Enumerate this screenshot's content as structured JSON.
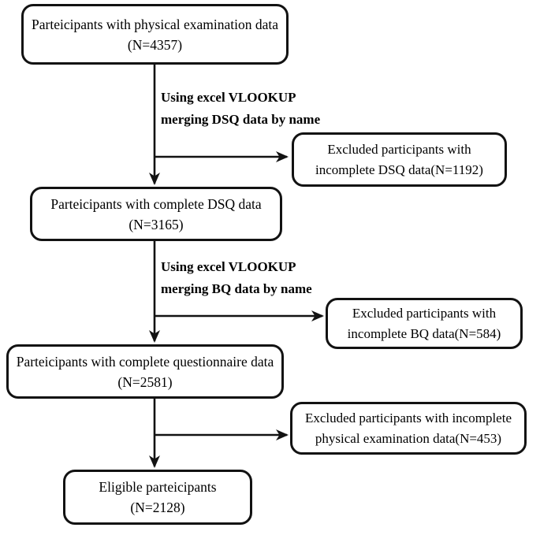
{
  "figure": {
    "background_color": "#ffffff",
    "line_color": "#121212",
    "type": "participant-flow-diagram"
  },
  "boxes": {
    "physical_exam": {
      "line1": "Parteicipants with physical examination data",
      "line2": "(N=4357)"
    },
    "complete_dsq": {
      "line1": "Parteicipants with complete DSQ data",
      "line2": "(N=3165)"
    },
    "complete_questionnaire": {
      "line1": "Parteicipants with complete questionnaire data",
      "line2": "(N=2581)"
    },
    "eligible": {
      "line1": "Eligible parteicipants",
      "line2": "(N=2128)"
    }
  },
  "excluded_boxes": {
    "dsq": {
      "line1": "Excluded participants with",
      "line2": "incomplete DSQ data(N=1192)"
    },
    "bq": {
      "line1": "Excluded participants with",
      "line2": "incomplete BQ data(N=584)"
    },
    "physical": {
      "line1": "Excluded participants with incomplete",
      "line2": "physical examination data(N=453)"
    }
  },
  "arrow_labels": {
    "dsq_merge": {
      "line1": "Using excel VLOOKUP",
      "line2": "merging DSQ data by name"
    },
    "bq_merge": {
      "line1": "Using excel VLOOKUP",
      "line2": "merging BQ data by name"
    }
  }
}
